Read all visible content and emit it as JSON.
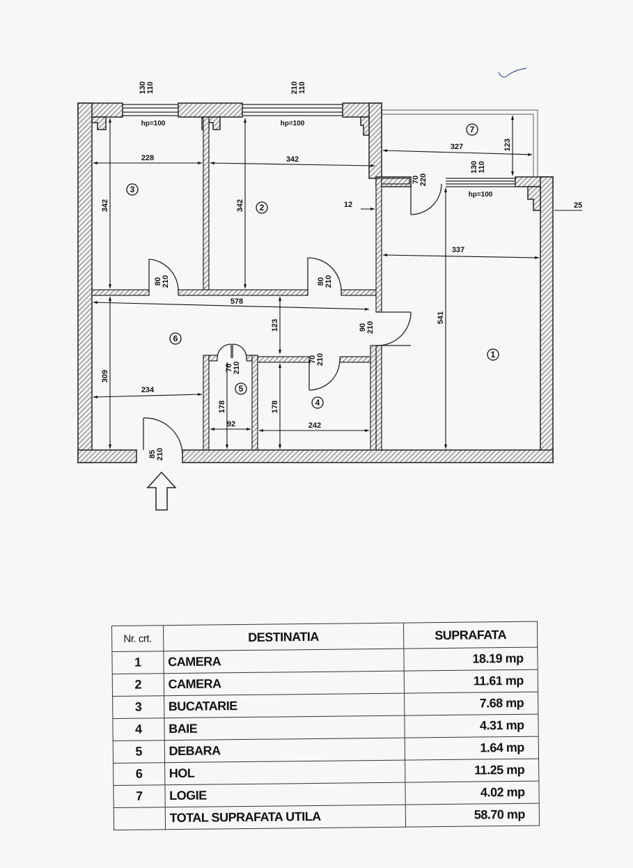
{
  "plan": {
    "room_numbers": [
      "1",
      "2",
      "3",
      "4",
      "5",
      "6",
      "7"
    ],
    "dimensions": {
      "room3_width": "228",
      "room3_height": "342",
      "room2_width": "342",
      "room2_height": "342",
      "room2_wall": "12",
      "room1_width": "337",
      "room1_height": "541",
      "logia_width": "327",
      "logia_depth": "123",
      "outer_wall": "25",
      "hall_length": "578",
      "hall_depth": "123",
      "room6_height": "309",
      "room6_width": "234",
      "room5_width": "92",
      "room5_height": "178",
      "room4_width": "242",
      "room4_height": "178",
      "door_room3": "80\n210",
      "door_room2": "80\n210",
      "door_room1": "90\n210",
      "door_room4": "70\n210",
      "door_room5": "70\n210",
      "door_entry": "85\n210",
      "door_logia": "70\n220",
      "window_room3": "130\n110",
      "window_room2": "210\n110",
      "window_room1": "130\n110",
      "window_sill_3": "hp=100",
      "window_sill_2": "hp=100",
      "window_sill_1": "hp=100"
    }
  },
  "area_table": {
    "headers": {
      "nr": "Nr. crt.",
      "destination": "DESTINATIA",
      "area": "SUPRAFATA"
    },
    "rows": [
      {
        "nr": "1",
        "destination": "CAMERA",
        "area": "18.19 mp"
      },
      {
        "nr": "2",
        "destination": "CAMERA",
        "area": "11.61 mp"
      },
      {
        "nr": "3",
        "destination": "BUCATARIE",
        "area": "7.68 mp"
      },
      {
        "nr": "4",
        "destination": "BAIE",
        "area": "4.31 mp"
      },
      {
        "nr": "5",
        "destination": "DEBARA",
        "area": "1.64 mp"
      },
      {
        "nr": "6",
        "destination": "HOL",
        "area": "11.25 mp"
      },
      {
        "nr": "7",
        "destination": "LOGIE",
        "area": "4.02 mp"
      }
    ],
    "total": {
      "label": "TOTAL SUPRAFATA UTILA",
      "area": "58.70 mp"
    }
  },
  "colors": {
    "ink": "#111111",
    "wall_hatch": "#555555",
    "paper": "#f7f7f5"
  }
}
